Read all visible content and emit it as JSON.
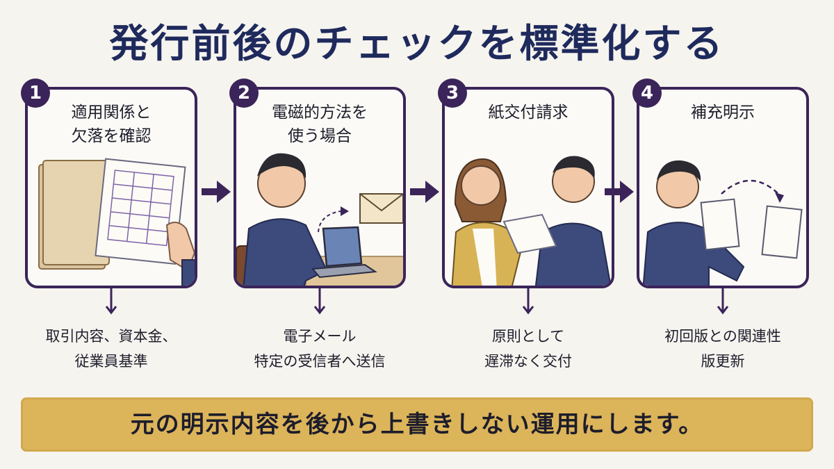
{
  "title": "発行前後のチェックを標準化する",
  "steps": [
    {
      "number": "1",
      "title": "適用関係と\n欠落を確認",
      "note": "取引内容、資本金、\n従業員基準"
    },
    {
      "number": "2",
      "title": "電磁的方法を\n使う場合",
      "note": "電子メール\n特定の受信者へ送信"
    },
    {
      "number": "3",
      "title": "紙交付請求",
      "note": "原則として\n遅滞なく交付"
    },
    {
      "number": "4",
      "title": "補充明示",
      "note": "初回版との関連性\n版更新"
    }
  ],
  "banner": "元の明示内容を後から上書きしない運用にします。",
  "colors": {
    "frame": "#3b2459",
    "title": "#1f2a5c",
    "banner": "#dcb45a",
    "background": "#f6f4ef"
  }
}
